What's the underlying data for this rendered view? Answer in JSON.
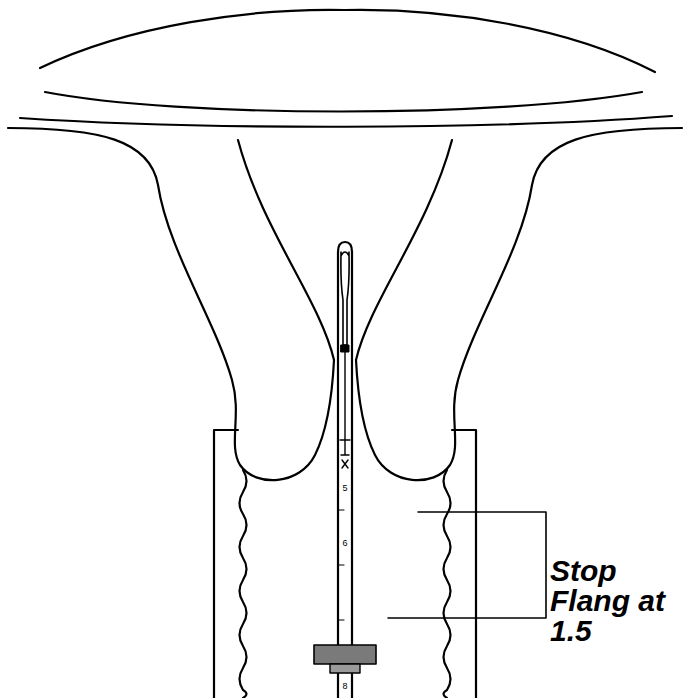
{
  "diagram": {
    "labels": [
      "Stop Flang at 1.5",
      "5",
      "6",
      "8"
    ]
  }
}
